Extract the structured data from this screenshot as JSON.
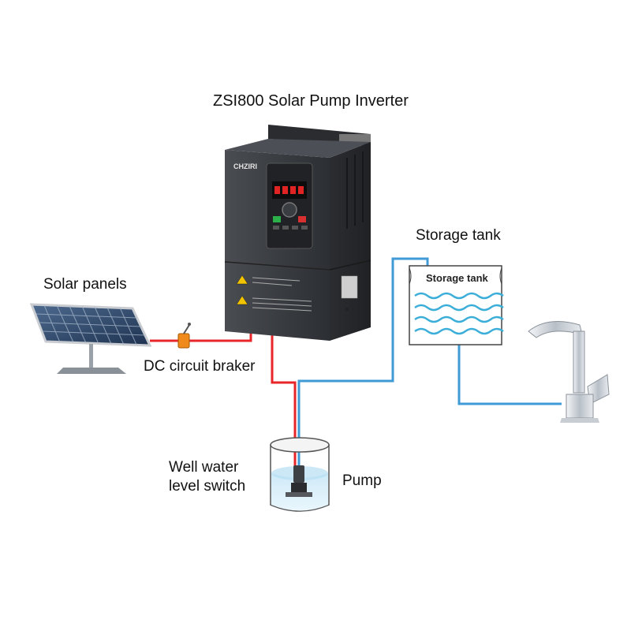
{
  "title": "ZSI800 Solar Pump Inverter",
  "labels": {
    "solar_panels": "Solar panels",
    "dc_breaker": "DC circuit braker",
    "storage_tank": "Storage tank",
    "storage_tank_inner": "Storage tank",
    "well_switch_line1": "Well water",
    "well_switch_line2": "level switch",
    "pump": "Pump"
  },
  "inverter": {
    "brand": "CHZIRI",
    "display": "8888"
  },
  "colors": {
    "dc_wire": "#e8262a",
    "water_pipe": "#3f9ad6",
    "inverter_body": "#3a3d42",
    "water": "#bfe3f5"
  }
}
